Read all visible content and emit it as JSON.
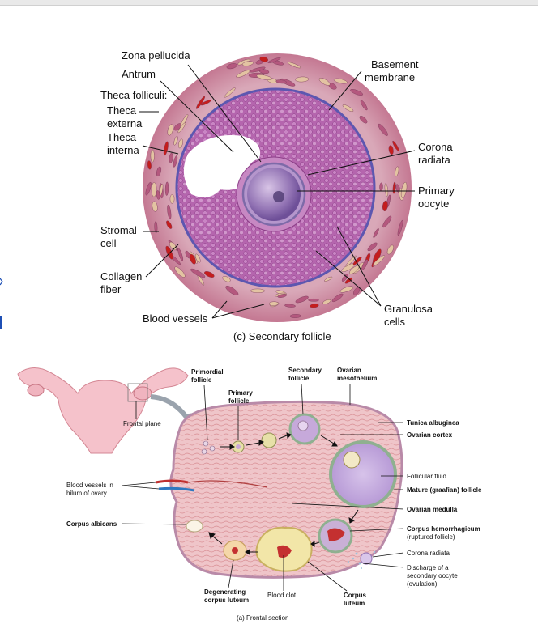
{
  "top_diagram": {
    "labels": {
      "zona_pellucida": "Zona pellucida",
      "antrum": "Antrum",
      "theca_folliculi": "Theca folliculi:",
      "theca_externa_1": "Theca",
      "theca_externa_2": "externa",
      "theca_interna_1": "Theca",
      "theca_interna_2": "interna",
      "stromal_1": "Stromal",
      "stromal_2": "cell",
      "collagen_1": "Collagen",
      "collagen_2": "fiber",
      "blood_vessels": "Blood vessels",
      "basement_1": "Basement",
      "basement_2": "membrane",
      "corona_1": "Corona",
      "corona_2": "radiata",
      "primary_oocyte_1": "Primary",
      "primary_oocyte_2": "oocyte",
      "granulosa_1": "Granulosa",
      "granulosa_2": "cells"
    },
    "caption": "(c) Secondary follicle",
    "colors": {
      "granulosa": "#b05aa8",
      "theca": "#c98aa0",
      "vessel": "#c41e1e",
      "membrane": "#6a5fb8",
      "oocyte": "#9a78b8"
    }
  },
  "bottom_diagram": {
    "labels": {
      "primordial_1": "Primordial",
      "primordial_2": "follicle",
      "primary_1": "Primary",
      "primary_2": "follicle",
      "secondary_1": "Secondary",
      "secondary_2": "follicle",
      "mesothelium_1": "Ovarian",
      "mesothelium_2": "mesothelium",
      "frontal_plane": "Frontal plane",
      "tunica": "Tunica albuginea",
      "cortex": "Ovarian cortex",
      "follicular_fluid": "Follicular fluid",
      "mature": "Mature (graafian) follicle",
      "medulla": "Ovarian medulla",
      "hemorrhagicum_1": "Corpus hemorrhagicum",
      "hemorrhagicum_2": "(ruptured follicle)",
      "corona": "Corona radiata",
      "discharge_1": "Discharge of a",
      "discharge_2": "secondary oocyte",
      "discharge_3": "(ovulation)",
      "hilum_1": "Blood vessels in",
      "hilum_2": "hilum of ovary",
      "albicans": "Corpus albicans",
      "degenerating_1": "Degenerating",
      "degenerating_2": "corpus luteum",
      "blood_clot": "Blood clot",
      "luteum_1": "Corpus",
      "luteum_2": "luteum"
    },
    "caption": "(a) Frontal section",
    "colors": {
      "ovary": "#f1c6cc",
      "stroma": "#d9908f",
      "uterus": "#f4bcc6",
      "follicle": "#c6a9da"
    }
  }
}
